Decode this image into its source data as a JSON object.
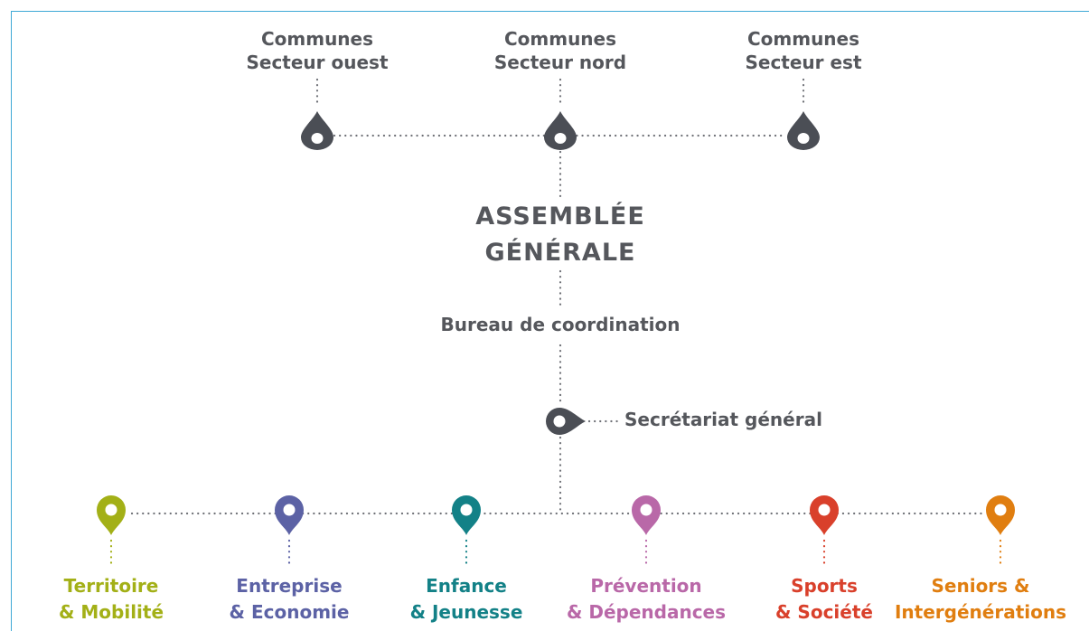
{
  "colors": {
    "frame": "#3fa9d6",
    "text": "#55575c",
    "pin": "#4b4e55",
    "dots": "#6d6f75"
  },
  "communes": [
    {
      "line1": "Communes",
      "line2": "Secteur ouest",
      "icon": "drop-icon"
    },
    {
      "line1": "Communes",
      "line2": "Secteur nord",
      "icon": "drop-icon"
    },
    {
      "line1": "Communes",
      "line2": "Secteur est",
      "icon": "drop-icon"
    }
  ],
  "assembly": {
    "line1": "ASSEMBLÉE",
    "line2": "GÉNÉRALE"
  },
  "bureau": "Bureau de coordination",
  "secretariat": {
    "label": "Secrétariat général",
    "icon": "sideways-drop-icon"
  },
  "commissions": [
    {
      "line1": "Territoire",
      "line2": "& Mobilité",
      "color": "#a3b017",
      "icon": "map-pin-icon"
    },
    {
      "line1": "Entreprise",
      "line2": "& Economie",
      "color": "#5c62a5",
      "icon": "map-pin-icon"
    },
    {
      "line1": "Enfance",
      "line2": "& Jeunesse",
      "color": "#138187",
      "icon": "map-pin-icon"
    },
    {
      "line1": "Prévention",
      "line2": "& Dépendances",
      "color": "#b968a8",
      "icon": "map-pin-icon"
    },
    {
      "line1": "Sports",
      "line2": "& Société",
      "color": "#d9402b",
      "icon": "map-pin-icon"
    },
    {
      "line1": "Seniors &",
      "line2": "Intergénérations",
      "color": "#e07e10",
      "icon": "map-pin-icon"
    }
  ]
}
